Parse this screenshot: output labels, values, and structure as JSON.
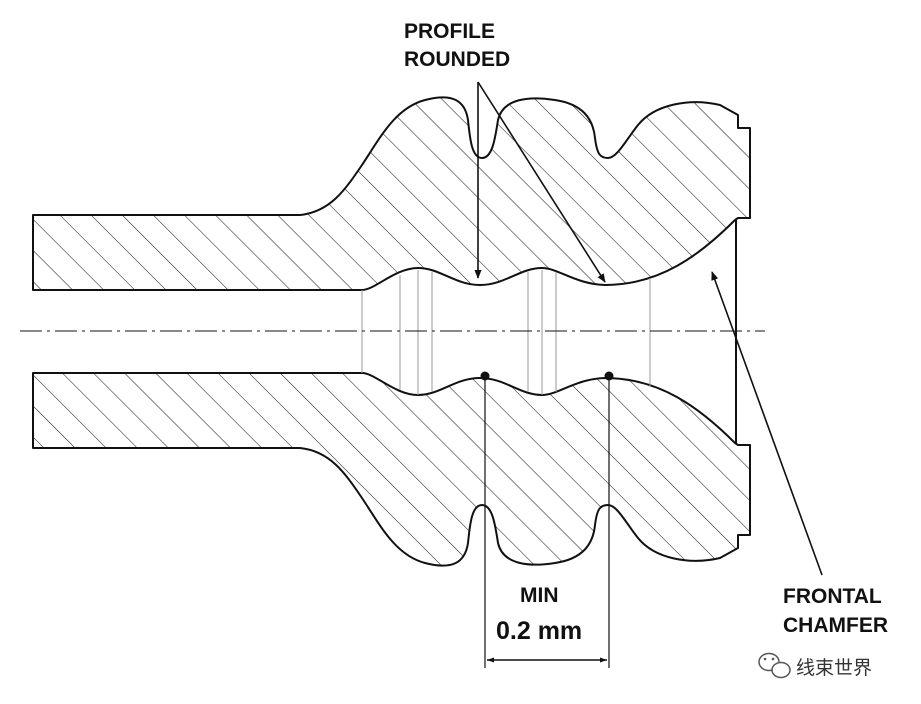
{
  "labels": {
    "profile_line1": "PROFILE",
    "profile_line2": "ROUNDED",
    "min": "MIN",
    "dimension": "0.2 mm",
    "chamfer_line1": "FRONTAL",
    "chamfer_line2": "CHAMFER"
  },
  "watermark": {
    "text": "线束世界",
    "icon": "wechat-icon"
  },
  "colors": {
    "ink": "#111111",
    "hatch": "#222222",
    "thin": "#999999",
    "watermark": "#333333"
  }
}
